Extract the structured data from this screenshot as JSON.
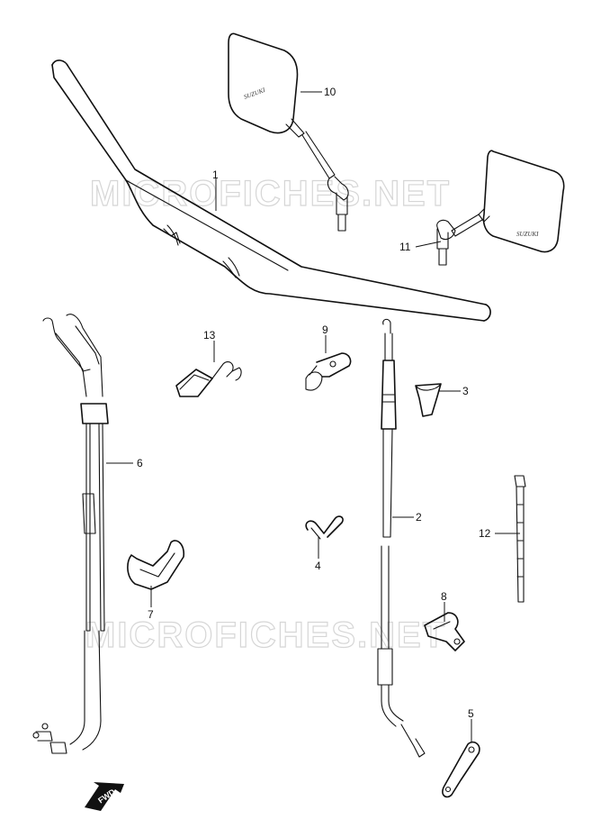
{
  "watermark": "MICROFICHES.NET",
  "mirror_logo": "SUZUKI",
  "fwd_label": "FWD",
  "callouts": [
    {
      "id": "1",
      "label": "1"
    },
    {
      "id": "2",
      "label": "2"
    },
    {
      "id": "3",
      "label": "3"
    },
    {
      "id": "4",
      "label": "4"
    },
    {
      "id": "5",
      "label": "5"
    },
    {
      "id": "6",
      "label": "6"
    },
    {
      "id": "7",
      "label": "7"
    },
    {
      "id": "8",
      "label": "8"
    },
    {
      "id": "9",
      "label": "9"
    },
    {
      "id": "10",
      "label": "10"
    },
    {
      "id": "11",
      "label": "11"
    },
    {
      "id": "12",
      "label": "12"
    },
    {
      "id": "13",
      "label": "13"
    }
  ]
}
